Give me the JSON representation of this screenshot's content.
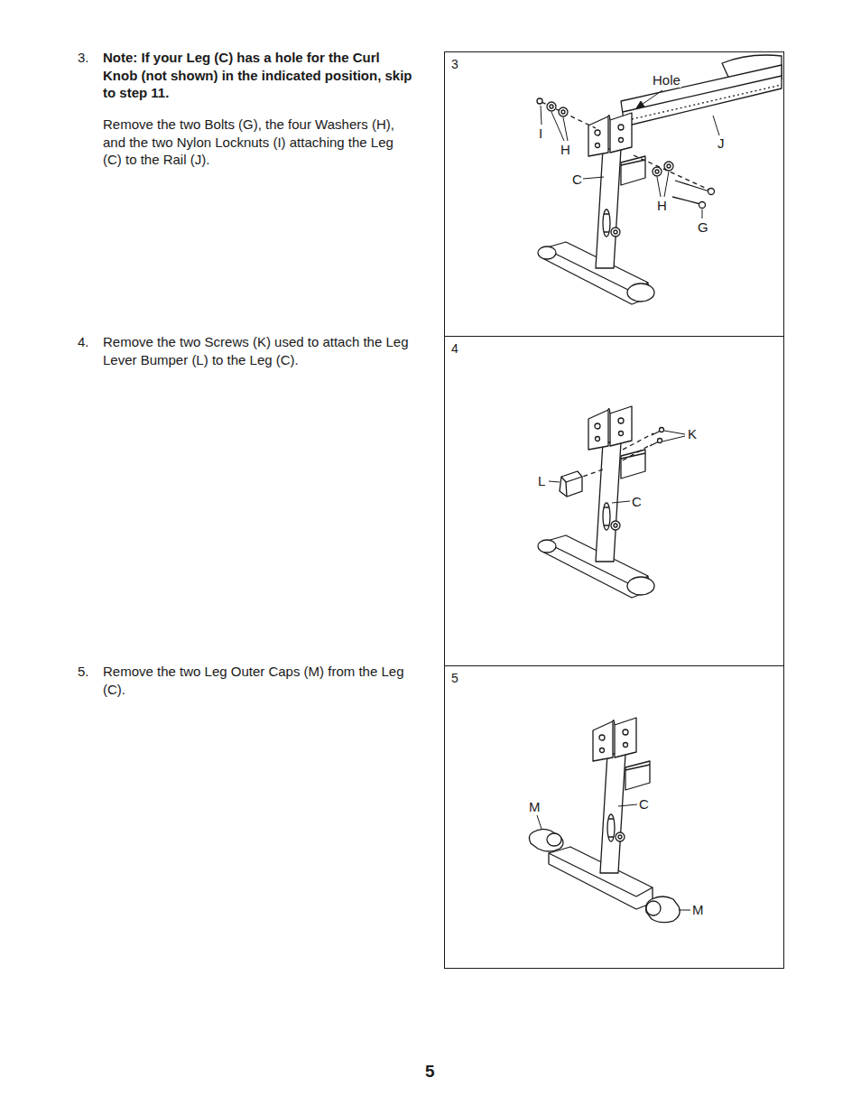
{
  "diagram": {
    "nodes": [
      {
        "text": [
          "3"
        ]
      },
      {
        "text": [
          "4"
        ]
      },
      {
        "text": [
          "5"
        ]
      }
    ],
    "labels": [
      "3.",
      "Note: If your Leg (C) has a hole for the Curl Knob (not shown) in the indicated position, skip to step 11.",
      "Remove the two Bolts (G), the four Washers (H), and the two Nylon Locknuts (I) attaching the Leg (C) to the Rail (J).",
      "4.",
      "Remove the two Screws (K) used to attach the Leg Lever Bumper (L) to the Leg (C).",
      "5.",
      "Remove the two Leg Outer Caps (M) from the Leg (C).",
      "Hole",
      "I",
      "H",
      "C",
      "J",
      "H",
      "G",
      "K",
      "L",
      "C",
      "M",
      "C",
      "M",
      "5"
    ]
  }
}
